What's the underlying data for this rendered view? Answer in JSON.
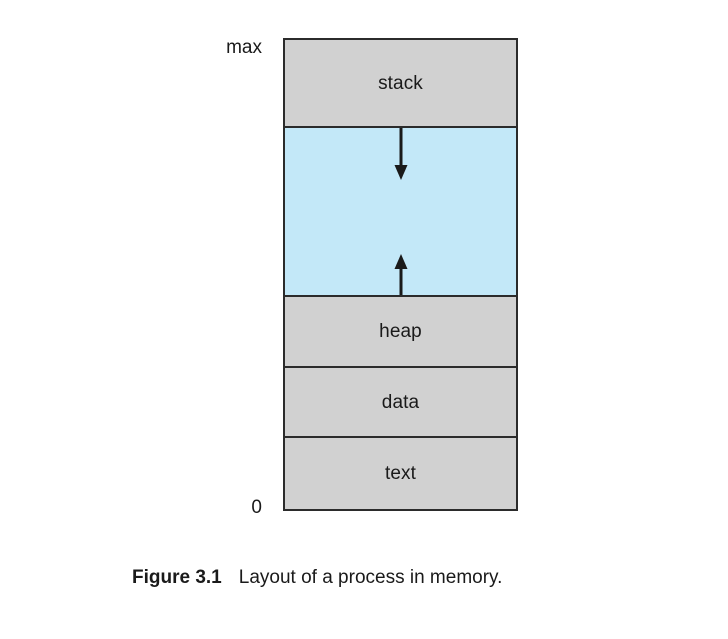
{
  "figure": {
    "caption_number": "Figure 3.1",
    "caption_title": "Layout of a process in memory.",
    "axis": {
      "top_label": "max",
      "bottom_label": "0"
    },
    "colors": {
      "segment_fill": "#d1d1d1",
      "free_space_fill": "#c3e8f8",
      "border": "#2b2b2b",
      "text": "#1a1a1a",
      "background": "#ffffff"
    },
    "segments": [
      {
        "id": "stack",
        "label": "stack",
        "fill": "#d1d1d1"
      },
      {
        "id": "free",
        "label": "",
        "fill": "#c3e8f8"
      },
      {
        "id": "heap",
        "label": "heap",
        "fill": "#d1d1d1"
      },
      {
        "id": "data",
        "label": "data",
        "fill": "#d1d1d1"
      },
      {
        "id": "text",
        "label": "text",
        "fill": "#d1d1d1"
      }
    ],
    "arrows": [
      {
        "id": "stack-grows-down",
        "direction": "down",
        "icon": "arrow-down-icon"
      },
      {
        "id": "heap-grows-up",
        "direction": "up",
        "icon": "arrow-up-icon"
      }
    ]
  }
}
